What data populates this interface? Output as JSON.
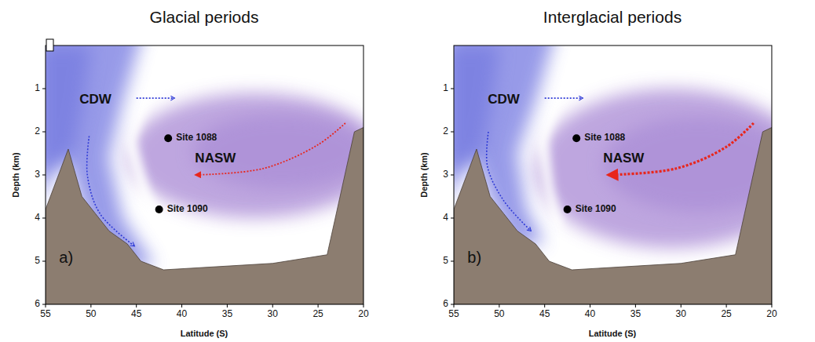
{
  "diagram": {
    "labels": [
      "Glacial periods",
      "CDW",
      "Site 1088",
      "NASW",
      "Site 1090",
      "a)",
      "Depth (km)",
      "Latitude (S)",
      "1",
      "2",
      "3",
      "4",
      "5",
      "6",
      "55",
      "50",
      "45",
      "40",
      "35",
      "30",
      "25",
      "20",
      "Interglacial periods",
      "CDW",
      "Site 1088",
      "NASW",
      "Site 1090",
      "b)",
      "Depth (km)",
      "Latitude (S)",
      "1",
      "2",
      "3",
      "4",
      "5",
      "6",
      "55",
      "50",
      "45",
      "40",
      "35",
      "30",
      "25",
      "20"
    ]
  }
}
